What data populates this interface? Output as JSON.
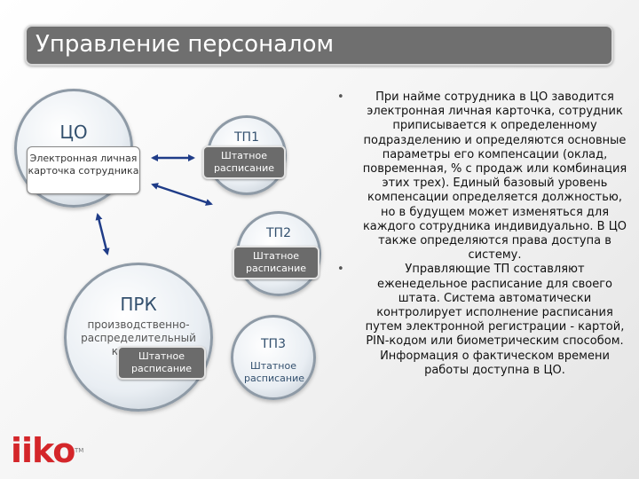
{
  "title": "Управление персоналом",
  "diagram": {
    "central_office": {
      "title": "ЦО",
      "card_label": "Электронная личная карточка сотрудника"
    },
    "production_center": {
      "title": "ПРК",
      "subtitle": "производственно-распределительный комплекс",
      "schedule_label": "Штатное расписание"
    },
    "points": [
      {
        "title": "ТП1",
        "schedule_label": "Штатное расписание"
      },
      {
        "title": "ТП2",
        "schedule_label": "Штатное расписание"
      },
      {
        "title": "ТП3",
        "schedule_label": "Штатное расписание"
      }
    ]
  },
  "bullets": [
    "При найме сотрудника в ЦО заводится электронная личная карточка, сотрудник приписывается к определенному подразделению и определяются основные параметры его компенсации (оклад, повременная, % с продаж или комбинация этих трех). Единый базовый уровень компенсации определяется должностью, но в будущем может изменяться для каждого сотрудника индивидуально. В ЦО также определяются права доступа в систему.",
    "Управляющие ТП составляют еженедельное расписание для своего штата. Система автоматически контролирует исполнение расписания путем электронной регистрации - картой, PIN-кодом или биометрическим способом. Информация о фактическом времени работы доступна в ЦО."
  ],
  "logo": {
    "text": "iiko",
    "tm": "TM",
    "color": "#d4262a"
  },
  "colors": {
    "title_bar": "#6f6f6f",
    "circle_border": "#8e9aa6",
    "dark_box": "#6b6b6b"
  }
}
